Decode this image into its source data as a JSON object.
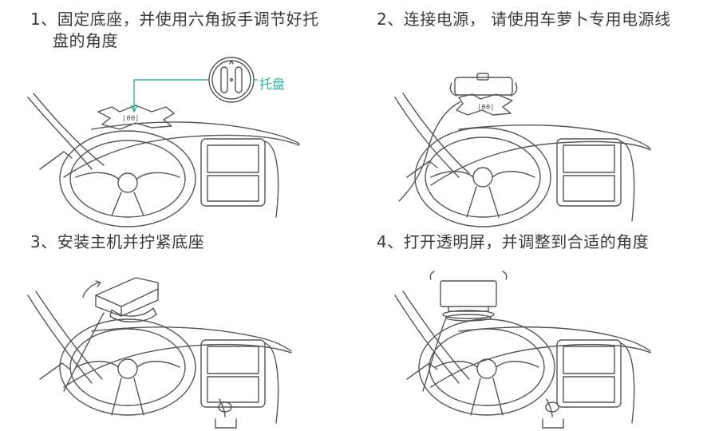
{
  "steps": [
    {
      "title_line1": "1、固定底座，并使用六角扳手调节好托",
      "title_line2": "盘的角度"
    },
    {
      "title_line1": "2、连接电源， 请使用车萝卜专用电源线"
    },
    {
      "title_line1": "3、安装主机并拧紧底座"
    },
    {
      "title_line1": "4、打开透明屏，并调整到合适的角度"
    }
  ],
  "callout": {
    "label": "托盘",
    "color": "#2bb39a"
  },
  "colors": {
    "line": "#555555",
    "text": "#3a3a3a"
  }
}
